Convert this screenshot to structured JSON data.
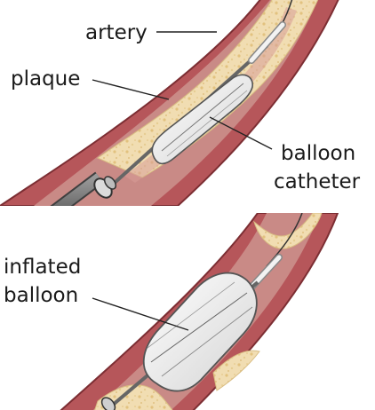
{
  "labels": {
    "artery": "artery",
    "plaque": "plaque",
    "balloon_catheter_line1": "balloon",
    "balloon_catheter_line2": "catheter",
    "inflated_balloon_line1": "inflated",
    "inflated_balloon_line2": "balloon"
  },
  "colors": {
    "artery_wall": "#b6565a",
    "artery_wall_dark": "#7c2e33",
    "lumen": "#c98a86",
    "plaque": "#f1ddb2",
    "plaque_speckle": "#e4c88a",
    "balloon": "#eeeeee",
    "balloon_line": "#555555",
    "catheter": "#777777",
    "leader_line": "#222222"
  }
}
